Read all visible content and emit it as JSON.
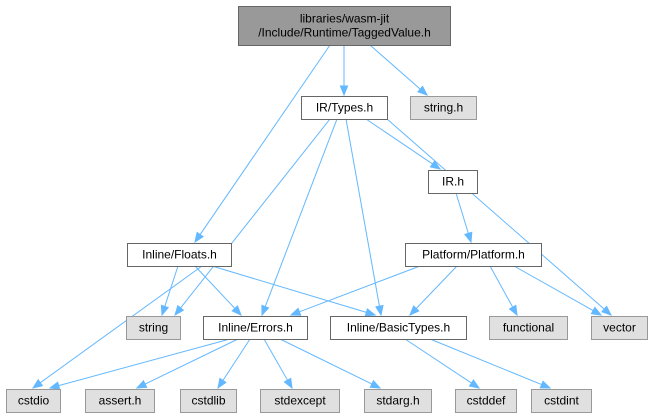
{
  "colors": {
    "root_fill": "#999999",
    "root_stroke": "#666666",
    "documented_fill": "#ffffff",
    "documented_stroke": "#666666",
    "external_fill": "#e0e0e0",
    "external_stroke": "#999999",
    "edge": "#63b8ff"
  },
  "nodes": [
    {
      "id": "tagged",
      "kind": "root",
      "lines": [
        "libraries/wasm-jit",
        "/Include/Runtime/TaggedValue.h"
      ]
    },
    {
      "id": "irtypes",
      "kind": "documented",
      "lines": [
        "IR/Types.h"
      ]
    },
    {
      "id": "string_h",
      "kind": "external",
      "lines": [
        "string.h"
      ]
    },
    {
      "id": "ir",
      "kind": "documented",
      "lines": [
        "IR.h"
      ]
    },
    {
      "id": "floats",
      "kind": "documented",
      "lines": [
        "Inline/Floats.h"
      ]
    },
    {
      "id": "platform",
      "kind": "documented",
      "lines": [
        "Platform/Platform.h"
      ]
    },
    {
      "id": "string",
      "kind": "external",
      "lines": [
        "string"
      ]
    },
    {
      "id": "errors",
      "kind": "documented",
      "lines": [
        "Inline/Errors.h"
      ]
    },
    {
      "id": "basictypes",
      "kind": "documented",
      "lines": [
        "Inline/BasicTypes.h"
      ]
    },
    {
      "id": "functional",
      "kind": "external",
      "lines": [
        "functional"
      ]
    },
    {
      "id": "vector",
      "kind": "external",
      "lines": [
        "vector"
      ]
    },
    {
      "id": "cstdio",
      "kind": "external",
      "lines": [
        "cstdio"
      ]
    },
    {
      "id": "assert",
      "kind": "external",
      "lines": [
        "assert.h"
      ]
    },
    {
      "id": "cstdlib",
      "kind": "external",
      "lines": [
        "cstdlib"
      ]
    },
    {
      "id": "stdexcept",
      "kind": "external",
      "lines": [
        "stdexcept"
      ]
    },
    {
      "id": "stdarg",
      "kind": "external",
      "lines": [
        "stdarg.h"
      ]
    },
    {
      "id": "cstddef",
      "kind": "external",
      "lines": [
        "cstddef"
      ]
    },
    {
      "id": "cstdint",
      "kind": "external",
      "lines": [
        "cstdint"
      ]
    }
  ],
  "edges": [
    [
      "tagged",
      "floats"
    ],
    [
      "tagged",
      "irtypes"
    ],
    [
      "tagged",
      "string_h"
    ],
    [
      "irtypes",
      "string"
    ],
    [
      "irtypes",
      "errors"
    ],
    [
      "irtypes",
      "basictypes"
    ],
    [
      "irtypes",
      "ir"
    ],
    [
      "irtypes",
      "vector"
    ],
    [
      "ir",
      "platform"
    ],
    [
      "floats",
      "cstdio"
    ],
    [
      "floats",
      "string"
    ],
    [
      "floats",
      "errors"
    ],
    [
      "floats",
      "basictypes"
    ],
    [
      "platform",
      "errors"
    ],
    [
      "platform",
      "basictypes"
    ],
    [
      "platform",
      "functional"
    ],
    [
      "platform",
      "vector"
    ],
    [
      "errors",
      "cstdio"
    ],
    [
      "errors",
      "assert"
    ],
    [
      "errors",
      "cstdlib"
    ],
    [
      "errors",
      "stdexcept"
    ],
    [
      "errors",
      "stdarg"
    ],
    [
      "basictypes",
      "cstddef"
    ],
    [
      "basictypes",
      "cstdint"
    ]
  ]
}
